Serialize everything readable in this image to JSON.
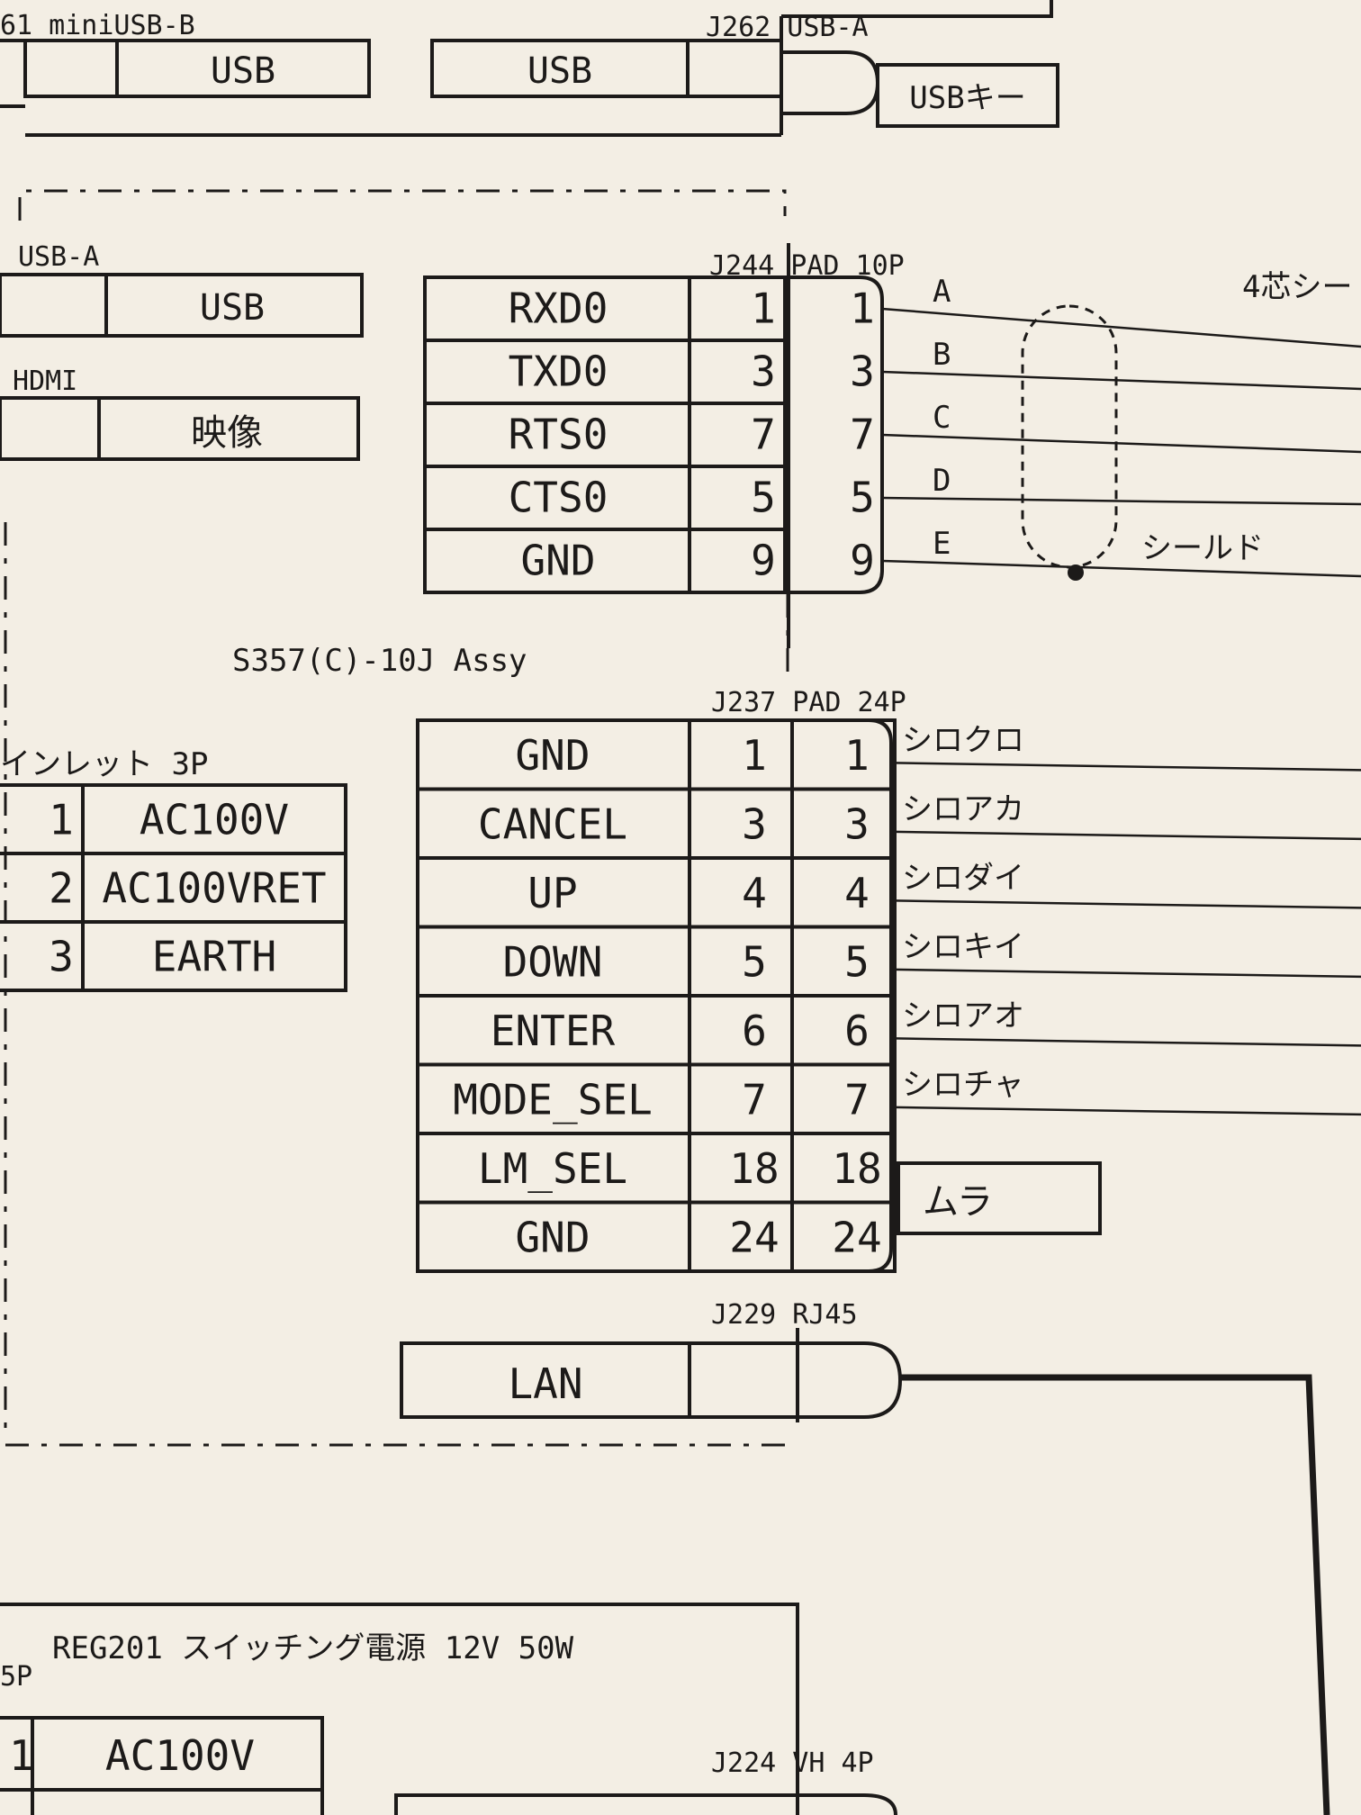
{
  "top": {
    "minijack_label": "61 miniUSB-B",
    "usb_left": "USB",
    "j262_label": "J262 USB-A",
    "usb_right": "USB",
    "usb_key": "USBキー"
  },
  "left_connectors": {
    "usba_label": "USB-A",
    "usba_cell": "USB",
    "hdmi_label": "HDMI",
    "hdmi_cell": "映像"
  },
  "j244": {
    "label": "J244 PAD 10P",
    "rows": [
      {
        "signal": "RXD0",
        "pin_a": "1",
        "pin_b": "1",
        "wire": "A"
      },
      {
        "signal": "TXD0",
        "pin_a": "3",
        "pin_b": "3",
        "wire": "B"
      },
      {
        "signal": "RTS0",
        "pin_a": "7",
        "pin_b": "7",
        "wire": "C"
      },
      {
        "signal": "CTS0",
        "pin_a": "5",
        "pin_b": "5",
        "wire": "D"
      },
      {
        "signal": "GND",
        "pin_a": "9",
        "pin_b": "9",
        "wire": "E"
      }
    ],
    "cable_label": "4芯シー",
    "shield_label": "シールド"
  },
  "assy_label": "S357(C)-10J Assy",
  "inlet": {
    "label": "インレット 3P",
    "rows": [
      {
        "pin": "1",
        "signal": "AC100V"
      },
      {
        "pin": "2",
        "signal": "AC100VRET"
      },
      {
        "pin": "3",
        "signal": "EARTH"
      }
    ]
  },
  "j237": {
    "label": "J237 PAD 24P",
    "rows": [
      {
        "signal": "GND",
        "pin_a": "1",
        "pin_b": "1",
        "wire": "シロクロ"
      },
      {
        "signal": "CANCEL",
        "pin_a": "3",
        "pin_b": "3",
        "wire": "シロアカ"
      },
      {
        "signal": "UP",
        "pin_a": "4",
        "pin_b": "4",
        "wire": "シロダイ"
      },
      {
        "signal": "DOWN",
        "pin_a": "5",
        "pin_b": "5",
        "wire": "シロキイ"
      },
      {
        "signal": "ENTER",
        "pin_a": "6",
        "pin_b": "6",
        "wire": "シロアオ"
      },
      {
        "signal": "MODE_SEL",
        "pin_a": "7",
        "pin_b": "7",
        "wire": "シロチャ"
      },
      {
        "signal": "LM_SEL",
        "pin_a": "18",
        "pin_b": "18",
        "wire": ""
      },
      {
        "signal": "GND",
        "pin_a": "24",
        "pin_b": "24",
        "wire": ""
      }
    ],
    "jumper_label": "ムラ"
  },
  "j229": {
    "label": "J229 RJ45",
    "cell": "LAN"
  },
  "reg201": {
    "title": "REG201 スイッチング電源 12V 50W",
    "side_label": "5P",
    "row1_pin": "1",
    "row1_signal": "AC100V",
    "j224_label": "J224 VH 4P"
  }
}
